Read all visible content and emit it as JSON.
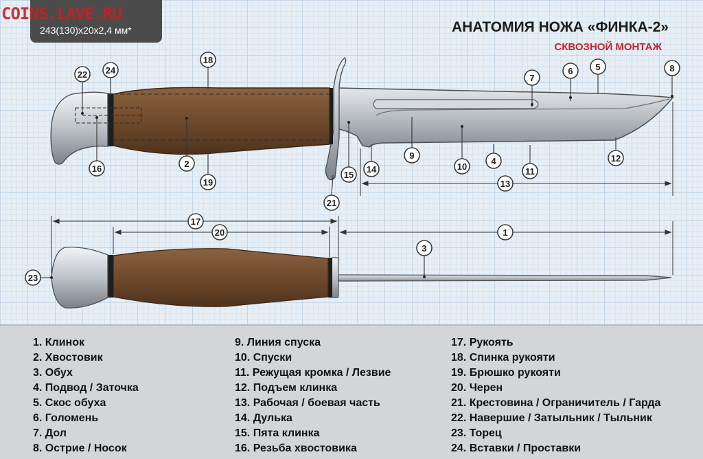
{
  "watermark": "COINS.LAVE.RU",
  "size_label": "243(130)x20x2,4 мм*",
  "title": "АНАТОМИЯ НОЖА «ФИНКА-2»",
  "subtitle": "СКВОЗНОЙ МОНТАЖ",
  "colors": {
    "accent": "#c8242a",
    "handle": "#7a5434",
    "metal": "#b9bec3",
    "legend_bg": "#d3d5d9"
  },
  "callouts": [
    "1",
    "2",
    "3",
    "4",
    "5",
    "6",
    "7",
    "8",
    "9",
    "10",
    "11",
    "12",
    "13",
    "14",
    "15",
    "16",
    "17",
    "18",
    "19",
    "20",
    "21",
    "22",
    "23",
    "24"
  ],
  "legend": {
    "col1": [
      "1. Клинок",
      "2. Хвостовик",
      "3. Обух",
      "4. Подвод / Заточка",
      "5. Скос обуха",
      "6. Голомень",
      "7. Дол",
      "8. Острие / Носок"
    ],
    "col2": [
      "9. Линия спуска",
      "10. Спуски",
      "11. Режущая кромка / Лезвие",
      "12. Подъем клинка",
      "13.  Рабочая / боевая часть",
      "14. Дулька",
      "15. Пята клинка",
      "16. Резьба хвостовика"
    ],
    "col3": [
      "17. Рукоять",
      "18. Спинка рукояти",
      "19. Брюшко рукояти",
      "20. Черен",
      "21. Крестовина / Ограничитель / Гарда",
      "22. Навершие / Затыльник / Тыльник",
      "23. Торец",
      "24. Вставки / Проставки"
    ]
  }
}
